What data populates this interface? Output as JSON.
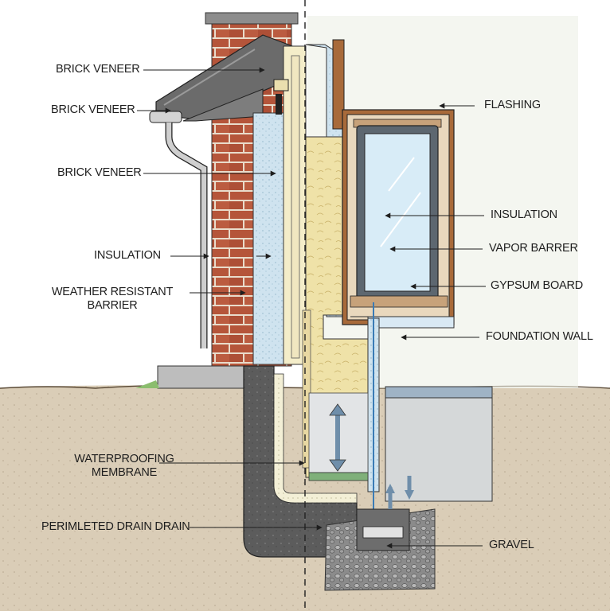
{
  "diagram": {
    "labels": {
      "brick_veneer_1": "BRICK VENEER",
      "brick_veneer_2": "BRICK VENEER",
      "brick_veneer_3": "BRICK VENEER",
      "insulation_left": "INSULATION",
      "weather_barrier_line1": "WEATHER RESISTANT",
      "weather_barrier_line2": "BARRIER",
      "waterproofing_line1": "WATERPROOFING",
      "waterproofing_line2": "MEMBRANE",
      "perimeter_drain": "PERIMLETED DRAIN DRAIN",
      "flashing": "FLASHING",
      "insulation_right": "INSULATION",
      "vapor_barrier": "VAPOR BARRER",
      "gypsum_board": "GYPSUM BOARD",
      "foundation_wall": "FOUNDATION WALL",
      "gravel": "GRAVEL"
    },
    "colors": {
      "brick": "#b5553a",
      "mortar": "#e9dccb",
      "insulation_blue": "#cfe3ef",
      "batt_yellow": "#efe2a8",
      "concrete": "#5c5c5c",
      "soil": "#c9b79c",
      "window_frame": "#5d6770",
      "glass": "#d8ecf7",
      "wood_trim": "#a86a3a",
      "membrane_green": "#7fb07a"
    }
  }
}
